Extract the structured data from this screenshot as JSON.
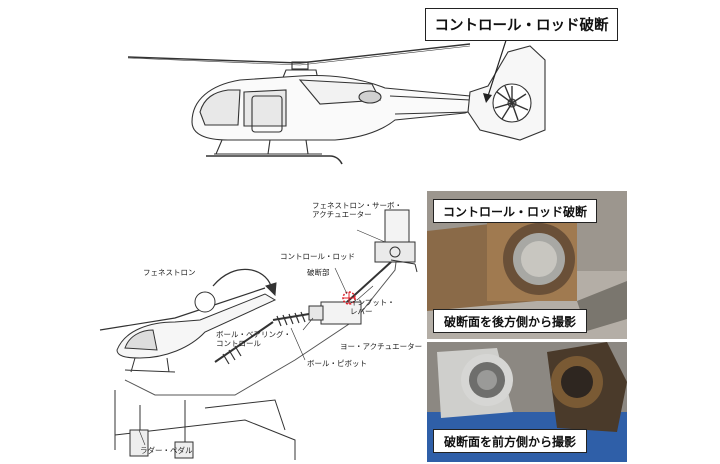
{
  "top_callout": "コントロール・ロッド破断",
  "photo1_title": "コントロール・ロッド破断",
  "photo1_caption": "破断面を後方側から撮影",
  "photo2_caption": "破断面を前方側から撮影",
  "diagram_labels": {
    "servo_line1": "フェネストロン・サーボ・",
    "servo_line2": "アクチュエーター",
    "control_rod": "コントロール・ロッド",
    "fracture": "破断部",
    "fenestron": "フェネストロン",
    "input_line1": "インプット・",
    "input_line2": "レバー",
    "ball_bearing_line1": "ボール・ベアリング・",
    "ball_bearing_line2": "コントロール",
    "yaw_actuator": "ヨー・アクチュエーター",
    "ball_pivot": "ボール・ピボット",
    "rudder_pedal": "ラダー・ペダル"
  }
}
